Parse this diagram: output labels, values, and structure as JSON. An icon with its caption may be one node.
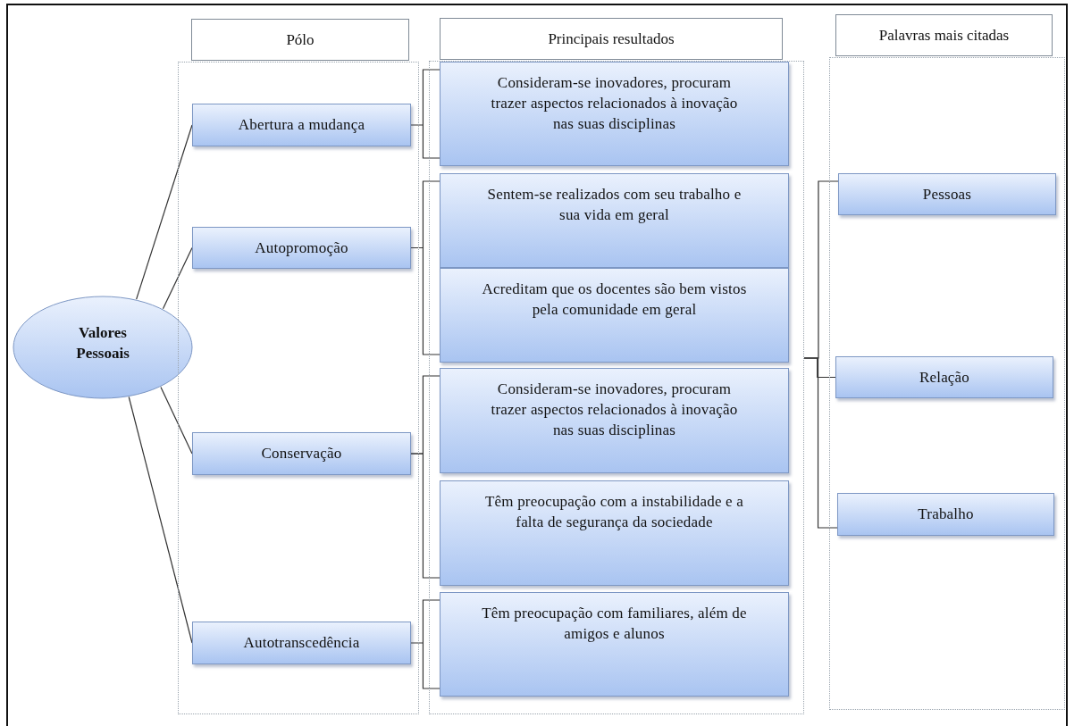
{
  "diagram": {
    "nodes": [
      {
        "text": [
          "Valores Pessoais"
        ]
      },
      {
        "text": [
          "Pólo"
        ]
      },
      {
        "text": [],
        "shape": "box"
      },
      {
        "text": [
          "Abertura a mudança"
        ],
        "in": 2
      },
      {
        "text": [
          "Autopromoção"
        ],
        "in": 2
      },
      {
        "text": [
          "Conservação"
        ],
        "in": 2
      },
      {
        "text": [
          "Autotranscedência"
        ],
        "in": 2
      },
      {
        "text": [
          "Principais resultados"
        ]
      },
      {
        "text": [],
        "shape": "box"
      },
      {
        "text": [
          "Consideram-se inovadores, procuram trazer aspectos relacionados à inovação nas suas disciplinas"
        ],
        "in": 8
      },
      {
        "text": [
          "Sentem-se realizados com seu trabalho e sua vida em geral"
        ],
        "in": 8
      },
      {
        "text": [
          "Acreditam que os docentes são bem vistos pela comunidade em geral"
        ],
        "in": 8
      },
      {
        "text": [
          "Consideram-se inovadores, procuram trazer aspectos relacionados à inovação nas suas disciplinas"
        ],
        "in": 8
      },
      {
        "text": [
          "Têm preocupação com a instabilidade e a falta de segurança da sociedade"
        ],
        "in": 8
      },
      {
        "text": [
          "Têm preocupação com familiares, além de amigos e alunos"
        ],
        "in": 8
      },
      {
        "text": [
          "Palavras mais citadas"
        ]
      },
      {
        "text": [],
        "shape": "box"
      },
      {
        "text": [
          "Pessoas"
        ],
        "in": 16
      },
      {
        "text": [
          "Relação"
        ],
        "in": 16
      },
      {
        "text": [
          "Trabalho"
        ],
        "in": 16
      }
    ],
    "edges": [
      {
        "from": 0,
        "to": 3,
        "arrow": "none"
      },
      {
        "from": 0,
        "to": 4,
        "arrow": "none"
      },
      {
        "from": 0,
        "to": 5,
        "arrow": "none"
      },
      {
        "from": 0,
        "to": 6,
        "arrow": "none"
      },
      {
        "from": 3,
        "to": 9,
        "arrow": "none"
      },
      {
        "from": 4,
        "to": 10,
        "arrow": "none"
      },
      {
        "from": 4,
        "to": 11,
        "arrow": "none"
      },
      {
        "from": 5,
        "to": 12,
        "arrow": "none"
      },
      {
        "from": 5,
        "to": 13,
        "arrow": "none"
      },
      {
        "from": 6,
        "to": 14,
        "arrow": "none"
      },
      {
        "from": 8,
        "to": 17,
        "arrow": "none"
      },
      {
        "from": 8,
        "to": 18,
        "arrow": "none"
      },
      {
        "from": 8,
        "to": 19,
        "arrow": "none"
      }
    ]
  }
}
